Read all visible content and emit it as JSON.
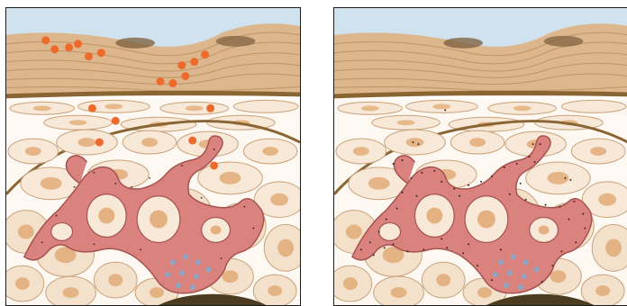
{
  "figure": {
    "panels": [
      {
        "id": "left",
        "orange_particles": true,
        "dark_speckles": "sparse"
      },
      {
        "id": "right",
        "orange_particles": false,
        "dark_speckles": "dense"
      }
    ],
    "colors": {
      "sky": "#cfe2ee",
      "upper_layer": "#dcb68c",
      "upper_layer_lines": "#b98b5d",
      "band": "#8a6534",
      "pale_cell": "#f7e8d8",
      "cell_nucleus": "#dfa46c",
      "network_pink": "#d9827e",
      "network_outline": "#a65250",
      "speckle": "#3b2320",
      "blue_dot": "#8aa7c8",
      "orange_particle": "#ee6a2a",
      "bottom_dark": "#4b3c22"
    }
  }
}
